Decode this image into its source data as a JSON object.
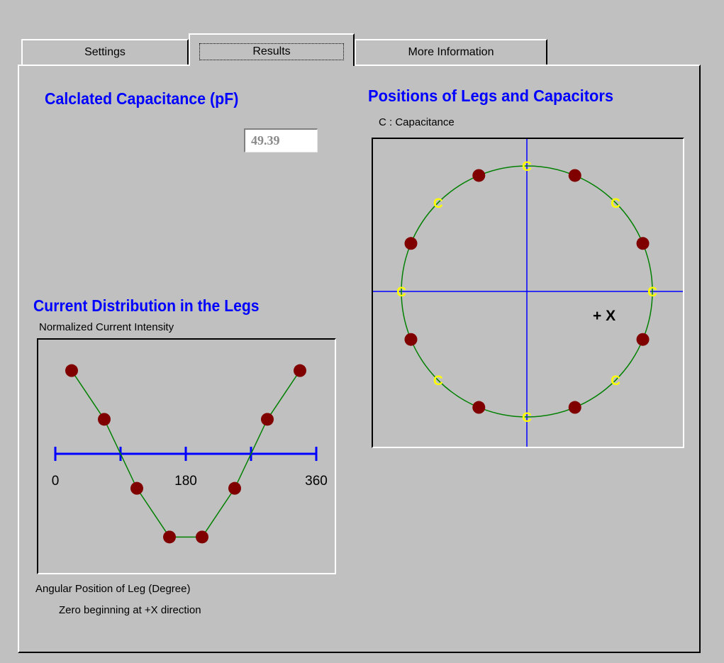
{
  "tabs": [
    {
      "label": "Settings"
    },
    {
      "label": "Results"
    },
    {
      "label": "More Information"
    }
  ],
  "capacitance": {
    "heading": "Calclated Capacitance (pF)",
    "value": "49.39"
  },
  "positions": {
    "heading": "Positions of Legs and Capacitors",
    "legend": "C : Capacitance",
    "axis_label": "+ X",
    "cap_marker": "C",
    "leg_angles_deg": [
      22.5,
      67.5,
      112.5,
      157.5,
      202.5,
      247.5,
      292.5,
      337.5,
      22.5,
      67.5,
      112.5,
      157.5,
      202.5,
      247.5,
      292.5,
      337.5
    ],
    "cap_angles_deg": [
      0,
      45,
      90,
      135,
      180,
      225,
      270,
      315
    ]
  },
  "current": {
    "heading": "Current Distribution in the Legs",
    "ylabel": "Normalized Current Intensity",
    "xlabel": "Angular Position of Leg (Degree)",
    "xlabel2": "Zero beginning at +X direction"
  },
  "colors": {
    "heading": "#0000ff",
    "leg": "#800000",
    "cap": "#ffff00",
    "circle": "#008000",
    "axis": "#0000ff"
  },
  "chart_data": {
    "type": "line",
    "x": [
      22.5,
      67.5,
      112.5,
      157.5,
      202.5,
      247.5,
      292.5,
      337.5
    ],
    "values": [
      0.924,
      0.383,
      -0.383,
      -0.924,
      -0.924,
      -0.383,
      0.383,
      0.924
    ],
    "xticks": [
      "0",
      "180",
      "360"
    ],
    "xlim": [
      0,
      360
    ],
    "ylim": [
      -1,
      1
    ]
  }
}
